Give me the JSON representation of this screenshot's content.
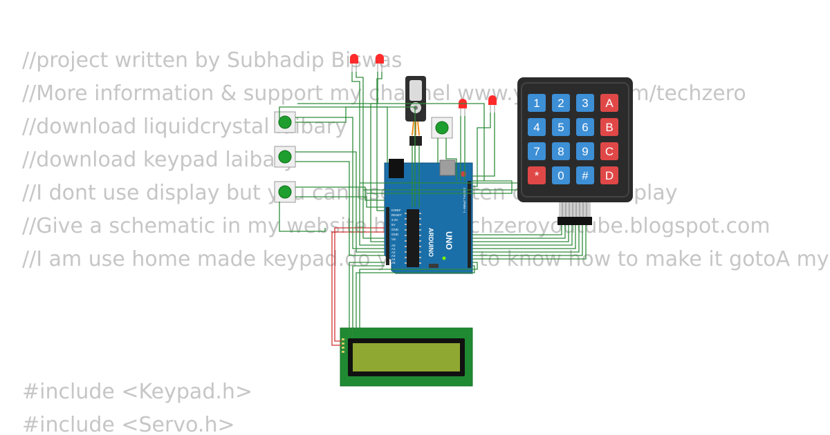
{
  "code": {
    "header_lines": [
      "//project written by Subhadip Biswas",
      "//More information & support my channel www.youtube.com/techzero",
      "//download liquidcrystal laibary",
      "//download keypad laibary",
      "//I dont use display but you can use it i written code for display",
      "//Give a schematic in my website https://techzeroyoutube.blogspot.com",
      "//I am use home made keypad.do you want to know how to make it gotoA my youtube channel"
    ],
    "include_lines": [
      "#include <Keypad.h>",
      "#include <Servo.h>"
    ]
  },
  "keypad": {
    "keys": [
      "1",
      "2",
      "3",
      "A",
      "4",
      "5",
      "6",
      "B",
      "7",
      "8",
      "9",
      "C",
      "*",
      "0",
      "#",
      "D"
    ]
  },
  "arduino": {
    "brand": "ARDUINO",
    "model": "UNO",
    "power_header": "POWER",
    "analog_header": "ANALOG IN",
    "digital_header": "DIGITAL (PWM ~)",
    "power_pins": [
      "IOREF",
      "RESET",
      "3.3V",
      "5V",
      "GND",
      "GND",
      "Vin"
    ],
    "analog_pins": [
      "A0",
      "A1",
      "A2",
      "A3",
      "A4",
      "A5"
    ]
  },
  "colors": {
    "board": "#1b6fa8",
    "wire": "#2e8b3a",
    "power_wire": "#d32f2f",
    "key_number": "#3d8fd6",
    "key_letter": "#e04848",
    "led": "#ff2b2b",
    "lcd_screen": "#8fa832",
    "button_cap": "#1e9e2e"
  }
}
